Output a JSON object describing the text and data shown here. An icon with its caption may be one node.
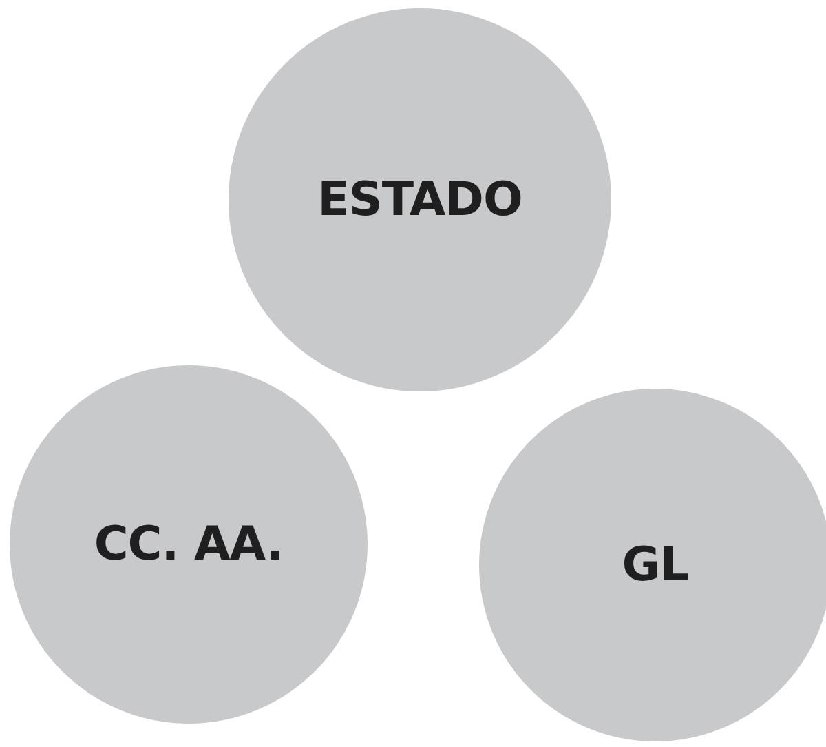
{
  "diagram": {
    "nodes": [
      {
        "text": [
          "ESTADO"
        ]
      },
      {
        "text": [
          "CC. AA."
        ]
      },
      {
        "text": [
          "GL"
        ]
      }
    ]
  }
}
